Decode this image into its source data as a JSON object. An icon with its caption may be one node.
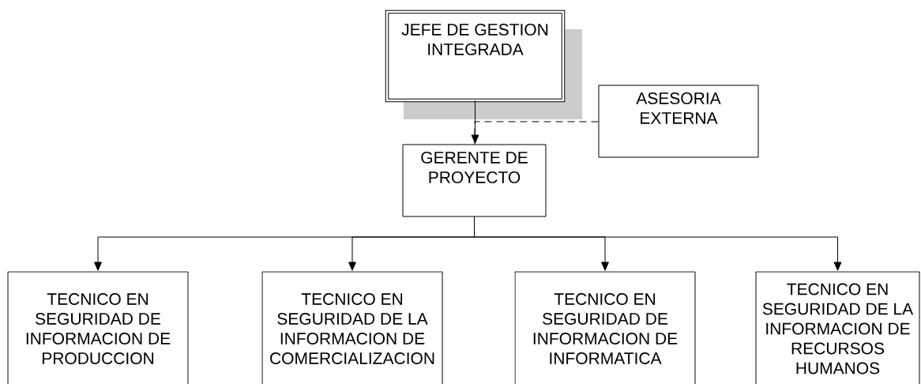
{
  "diagram": {
    "nodes": [
      {
        "text": [
          "JEFE DE GESTION INTEGRADA"
        ]
      },
      {
        "text": [
          "ASESORIA EXTERNA"
        ]
      },
      {
        "text": [
          "GERENTE DE PROYECTO"
        ]
      },
      {
        "text": [
          "TECNICO EN SEGURIDAD DE INFORMACION DE PRODUCCION"
        ]
      },
      {
        "text": [
          "TECNICO EN SEGURIDAD DE LA INFORMACION DE COMERCIALIZACION"
        ]
      },
      {
        "text": [
          "TECNICO EN SEGURIDAD DE INFORMACION DE INFORMATICA"
        ]
      },
      {
        "text": [
          "TECNICO EN SEGURIDAD DE LA INFORMACION DE RECURSOS HUMANOS"
        ]
      }
    ],
    "edges": [
      {
        "from": 0,
        "to": 2,
        "arrow": "to"
      },
      {
        "from": 1,
        "to": 2,
        "arrow": "none",
        "style": "dashed"
      },
      {
        "from": 2,
        "to": 3,
        "arrow": "to"
      },
      {
        "from": 2,
        "to": 4,
        "arrow": "to"
      },
      {
        "from": 2,
        "to": 5,
        "arrow": "to"
      },
      {
        "from": 2,
        "to": 6,
        "arrow": "to"
      }
    ]
  }
}
